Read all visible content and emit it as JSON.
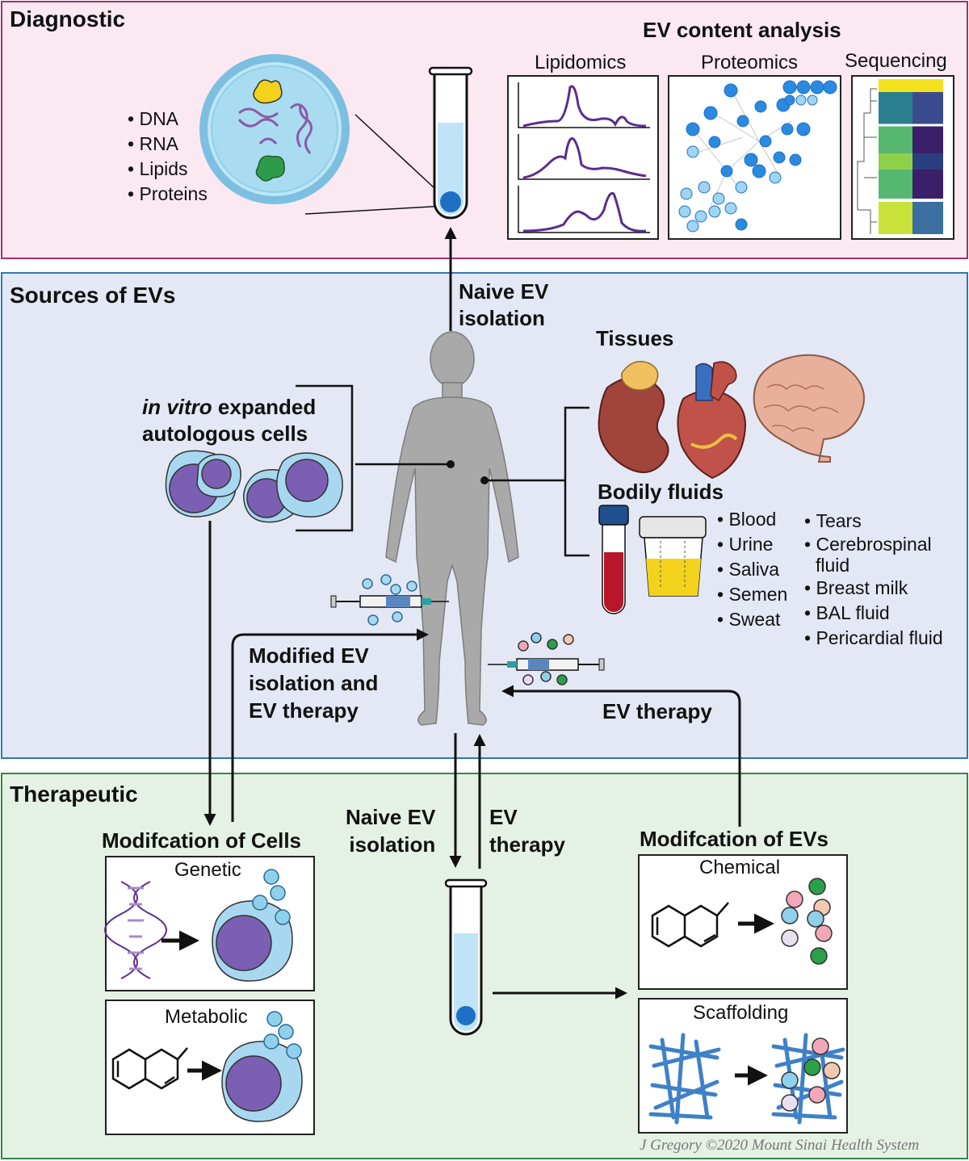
{
  "diagnostic": {
    "title": "Diagnostic",
    "cargo": [
      "DNA",
      "RNA",
      "Lipids",
      "Proteins"
    ],
    "analysis_title": "EV content analysis",
    "methods": [
      "Lipidomics",
      "Proteomics",
      "Sequencing"
    ]
  },
  "sources": {
    "title": "Sources of EVs",
    "naive_isolation": [
      "Naive EV",
      "isolation"
    ],
    "cells_label": [
      "in vitro",
      " expanded",
      "autologous cells"
    ],
    "tissues_label": "Tissues",
    "fluids_label": "Bodily fluids",
    "fluids_col1": [
      "Blood",
      "Urine",
      "Saliva",
      "Semen",
      "Sweat"
    ],
    "fluids_col2": [
      "Tears",
      "Cerebrospinal",
      "fluid",
      "Breast milk",
      "BAL fluid",
      "Pericardial fluid"
    ],
    "modified_label": [
      "Modified EV",
      "isolation and",
      "EV therapy"
    ],
    "ev_therapy": "EV therapy"
  },
  "therapeutic": {
    "title": "Therapeutic",
    "mod_cells_title": "Modifcation of Cells",
    "genetic": "Genetic",
    "metabolic": "Metabolic",
    "naive_isolation": [
      "Naive EV",
      "isolation"
    ],
    "ev_therapy": [
      "EV",
      "therapy"
    ],
    "mod_evs_title": "Modifcation of EVs",
    "chemical": "Chemical",
    "scaffolding": "Scaffolding"
  },
  "credit": "J Gregory ©2020 Mount Sinai Health System",
  "colors": {
    "diagnostic_border": "#a3306c",
    "sources_border": "#2f78b4",
    "therapeutic_border": "#2f8a45",
    "ev_blue": "#1f6fc4",
    "cell_purple": "#7b5fb3",
    "signal_line": "#5b2d8f"
  }
}
